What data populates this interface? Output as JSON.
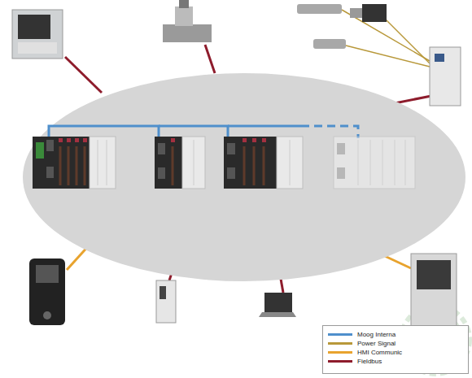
{
  "diagram": {
    "legend": [
      {
        "text": "Moog Interna",
        "color": "#4f8fcc"
      },
      {
        "text": "Power Signal",
        "color": "#b8983a"
      },
      {
        "text": "HMI Communic",
        "color": "#e8a32e"
      },
      {
        "text": "Fieldbus",
        "color": "#8e1c2c"
      }
    ]
  }
}
